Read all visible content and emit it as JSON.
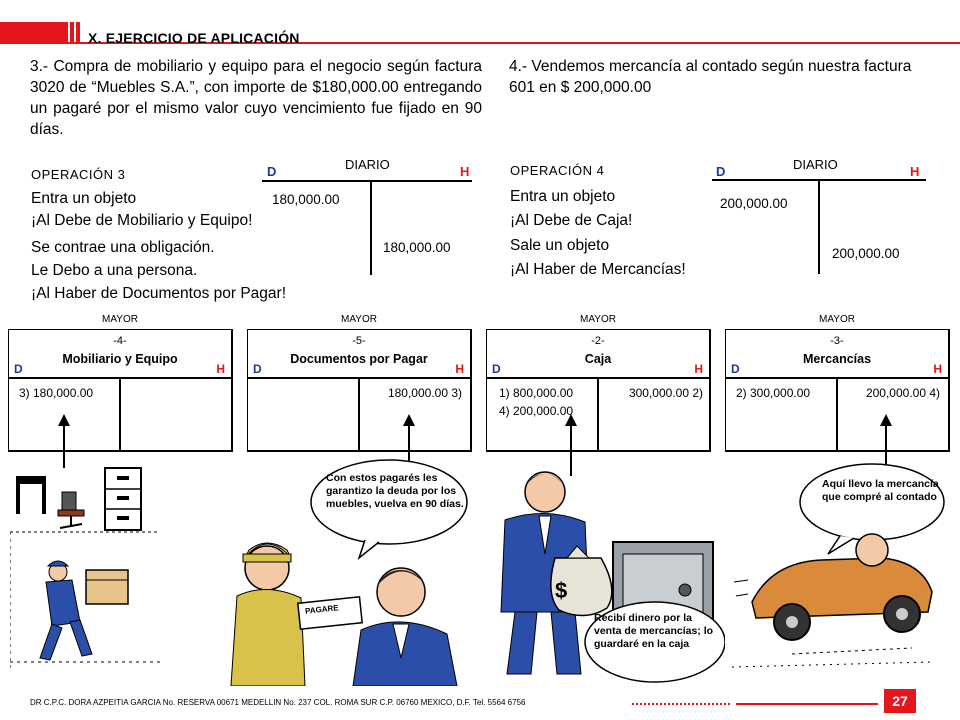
{
  "header": {
    "section_title": "X. EJERCICIO DE APLICACIÓN"
  },
  "statements": {
    "op3": "3.- Compra de mobiliario y equipo para el negocio según factura 3020 de “Muebles S.A.”, con importe de $180,000.00 entregando un pagaré por el mismo valor cuyo vencimiento fue fijado en 90 días.",
    "op4": "4.- Vendemos mercancía al contado según nuestra factura 601 en $ 200,000.00"
  },
  "operation3": {
    "label": "OPERACIÓN  3",
    "lines": [
      "Entra un objeto",
      "¡Al Debe de Mobiliario y Equipo!",
      "Se contrae una obligación.",
      "Le Debo a una persona.",
      "¡Al Haber de Documentos por Pagar!"
    ],
    "journal": {
      "title": "DIARIO",
      "debit_label": "D",
      "credit_label": "H",
      "debit": "180,000.00",
      "credit": "180,000.00"
    }
  },
  "operation4": {
    "label": "OPERACIÓN  4",
    "lines": [
      "Entra un objeto",
      "¡Al Debe de Caja!",
      "Sale un objeto",
      "¡Al Haber de Mercancías!"
    ],
    "journal": {
      "title": "DIARIO",
      "debit_label": "D",
      "credit_label": "H",
      "debit": "200,000.00",
      "credit": "200,000.00"
    }
  },
  "ledgers": [
    {
      "header": "MAYOR",
      "number": "-4-",
      "name": "Mobiliario y Equipo",
      "d": "D",
      "h": "H",
      "debits": [
        "3) 180,000.00"
      ],
      "credits": []
    },
    {
      "header": "MAYOR",
      "number": "-5-",
      "name": "Documentos por Pagar",
      "d": "D",
      "h": "H",
      "debits": [],
      "credits": [
        "180,000.00  3)"
      ]
    },
    {
      "header": "MAYOR",
      "number": "-2-",
      "name": "Caja",
      "d": "D",
      "h": "H",
      "debits": [
        "1)  800,000.00",
        "4)  200,000.00"
      ],
      "credits": [
        "300,000.00  2)"
      ]
    },
    {
      "header": "MAYOR",
      "number": "-3-",
      "name": "Mercancías",
      "d": "D",
      "h": "H",
      "debits": [
        "2)  300,000.00"
      ],
      "credits": [
        "200,000.00  4)"
      ]
    }
  ],
  "bubbles": {
    "pagares": "Con estos pagarés les garantizo la deuda por los muebles, vuelva en 90 días.",
    "pagare_label": "PAGARE",
    "caja": "Recibí dinero por la venta de mercancías; lo guardaré en la caja",
    "money_sign": "$",
    "mercancia": "Aquí llevo la mercancía que compré al contado"
  },
  "footer": {
    "text": "DR C.P.C. DORA AZPEITIA GARCIA No. RESERVA 00671   MEDELLIN No. 237 COL. ROMA SUR C.P. 06760 MEXICO, D.F. Tel. 5564 6756",
    "page": "27"
  },
  "colors": {
    "accent_red": "#e4161b",
    "debit_blue": "#1f3a93"
  }
}
